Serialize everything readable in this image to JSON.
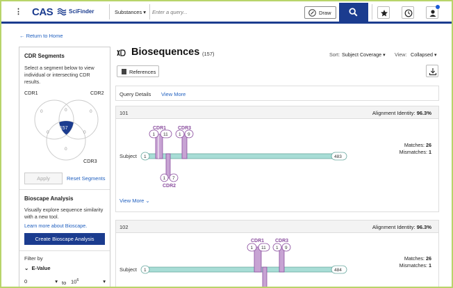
{
  "topbar": {
    "menu_glyph": "⋮",
    "logo": "CAS",
    "logo_sub": "SciFinder",
    "scope_select": "Substances",
    "query_placeholder": "Enter a query...",
    "draw_label": "Draw"
  },
  "back_link": "← Return to Home",
  "left_panel": {
    "title": "CDR Segments",
    "instructions": "Select a segment below to view individual or intersecting CDR results.",
    "venn": {
      "cdr1_label": "CDR1",
      "cdr2_label": "CDR2",
      "cdr3_label": "CDR3",
      "counts": {
        "cdr1_only": "0",
        "cdr2_only": "0",
        "cdr3_only": "0",
        "cdr1_cdr2": "0",
        "cdr1_cdr3": "0",
        "cdr2_cdr3": "0",
        "all": "157"
      },
      "highlight_color": "#1b3c8f"
    },
    "apply_label": "Apply",
    "reset_label": "Reset Segments",
    "bioscape_title": "Bioscape Analysis",
    "bioscape_text": "Visually explore sequence similarity with a new tool.",
    "bioscape_link": "Learn more about Bioscape.",
    "create_label": "Create Bioscape Analysis",
    "filter_by": "Filter by",
    "evalue_label": "E-Value",
    "evalue_from": "0",
    "evalue_to_label": "to",
    "evalue_to": "10",
    "evalue_to_exp": "6"
  },
  "main": {
    "title": "Biosequences",
    "count": "(157)",
    "sort_label": "Sort:",
    "sort_value": "Subject Coverage",
    "view_label": "View:",
    "view_value": "Collapsed",
    "references_label": "References",
    "query_details_label": "Query Details",
    "query_details_link": "View More",
    "results": [
      {
        "number": "101",
        "identity_label": "Alignment Identity:",
        "identity_value": "96.3%",
        "subject_label": "Subject",
        "start": "1",
        "end": "483",
        "matches_label": "Matches:",
        "matches": "26",
        "mismatches_label": "Mismatches:",
        "mismatches": "1",
        "cdr1": {
          "label": "CDR1",
          "start": "1",
          "end": "11"
        },
        "cdr3": {
          "label": "CDR3",
          "start": "1",
          "end": "9"
        },
        "cdr2": {
          "label": "CDR2",
          "start": "1",
          "end": "7"
        },
        "view_more": "View More ⌄"
      },
      {
        "number": "102",
        "identity_label": "Alignment Identity:",
        "identity_value": "96.3%",
        "subject_label": "Subject",
        "start": "1",
        "end": "484",
        "matches_label": "Matches:",
        "matches": "26",
        "mismatches_label": "Mismatches:",
        "mismatches": "1",
        "cdr1": {
          "label": "CDR1",
          "start": "1",
          "end": "11"
        },
        "cdr3": {
          "label": "CDR3",
          "start": "1",
          "end": "9"
        }
      }
    ]
  },
  "colors": {
    "brand": "#1b3c8f",
    "link": "#1f5fbf",
    "cdr": "#8a4d9e",
    "track": "#a8ddd6"
  }
}
